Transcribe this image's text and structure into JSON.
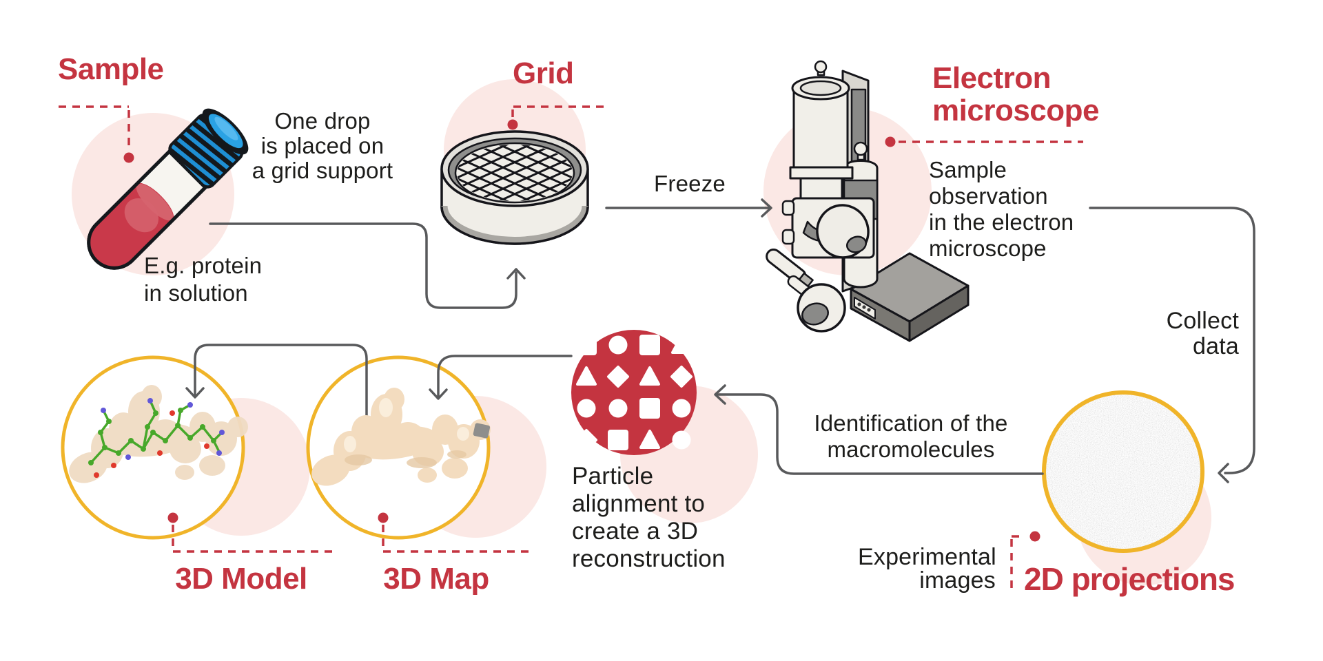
{
  "colors": {
    "accent_red": "#c43440",
    "blush_pink": "#fbe8e5",
    "ring_yellow": "#f0b429",
    "connector_gray": "#58595b",
    "text_ink": "#1d1d1b",
    "cap_blue": "#2aa2e4",
    "liquid_red": "#c9394a",
    "density_beige": "#f3dcbf"
  },
  "stages": {
    "sample": {
      "title": "Sample",
      "caption": "E.g. protein\nin solution"
    },
    "drop": {
      "caption": "One drop\nis placed on\na grid support"
    },
    "grid": {
      "title": "Grid"
    },
    "freeze": {
      "caption": "Freeze"
    },
    "microscope": {
      "title": "Electron\nmicroscope",
      "caption": "Sample\nobservation\nin the electron\nmicroscope"
    },
    "collect": {
      "caption": "Collect\ndata"
    },
    "projections": {
      "title": "2D projections",
      "caption": "Experimental\nimages"
    },
    "identification": {
      "caption": "Identification of the\nmacromolecules"
    },
    "alignment": {
      "caption": "Particle\nalignment to\ncreate a 3D\nreconstruction"
    },
    "map": {
      "title": "3D Map"
    },
    "model": {
      "title": "3D Model"
    }
  },
  "icons": [
    "test-tube-icon",
    "grid-dish-icon",
    "electron-microscope-icon",
    "micrograph-circle",
    "particle-pattern-icon",
    "density-map-icon",
    "atomic-model-icon"
  ]
}
